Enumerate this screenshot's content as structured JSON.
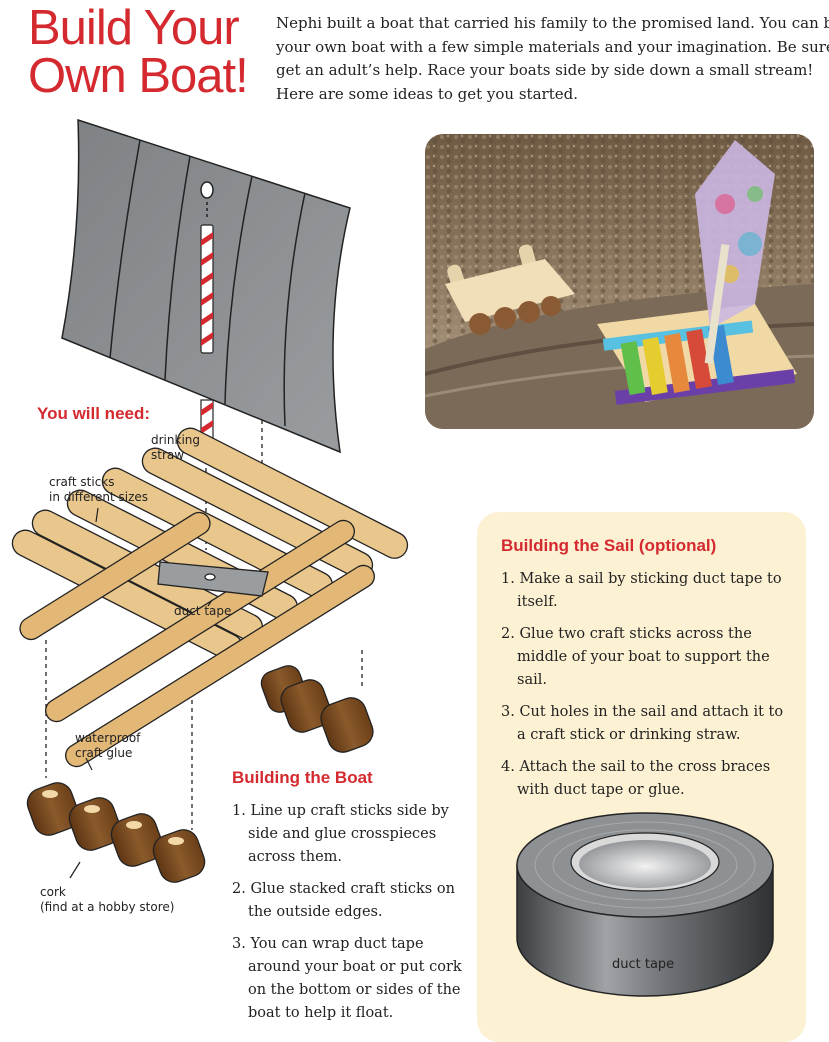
{
  "title": {
    "line1": "Build Your",
    "line2": "Own Boat!"
  },
  "intro": {
    "lines": [
      "Nephi built a boat that carried his family to the promised land. You can build",
      "your own boat with a few simple materials and your imagination. Be sure to",
      "get an adult’s help. Race your boats side by side down a small stream!",
      "Here are some ideas to get you started."
    ]
  },
  "needs": {
    "heading": "You will need:",
    "straw": [
      "drinking",
      "straw"
    ],
    "sticks": [
      "craft sticks",
      "in different sizes"
    ],
    "duct": "duct tape",
    "glue": [
      "waterproof",
      "craft glue"
    ],
    "cork": [
      "cork",
      "(find at a hobby store)"
    ]
  },
  "boat": {
    "heading": "Building the Boat",
    "steps": [
      "1. Line up craft sticks side by side and glue crosspieces across them.",
      "2. Glue stacked craft sticks on the outside edges.",
      "3. You can wrap duct tape around your boat or put cork on the bottom or sides of the boat to help it float."
    ]
  },
  "sail": {
    "heading": "Building the Sail (optional)",
    "steps": [
      "1. Make a sail by sticking duct tape to itself.",
      "2. Glue two craft sticks across the middle of your boat to support the sail.",
      "3. Cut holes in the sail and attach it to a craft stick or drinking straw.",
      "4. Attach the sail to the cross braces with duct tape or glue."
    ],
    "tape_label": "duct tape"
  },
  "colors": {
    "accent": "#d42a2f",
    "panel": "#fdf1d4",
    "stick": "#e9c78c",
    "cork": "#7a4a22",
    "sail": "#8b8e91"
  }
}
